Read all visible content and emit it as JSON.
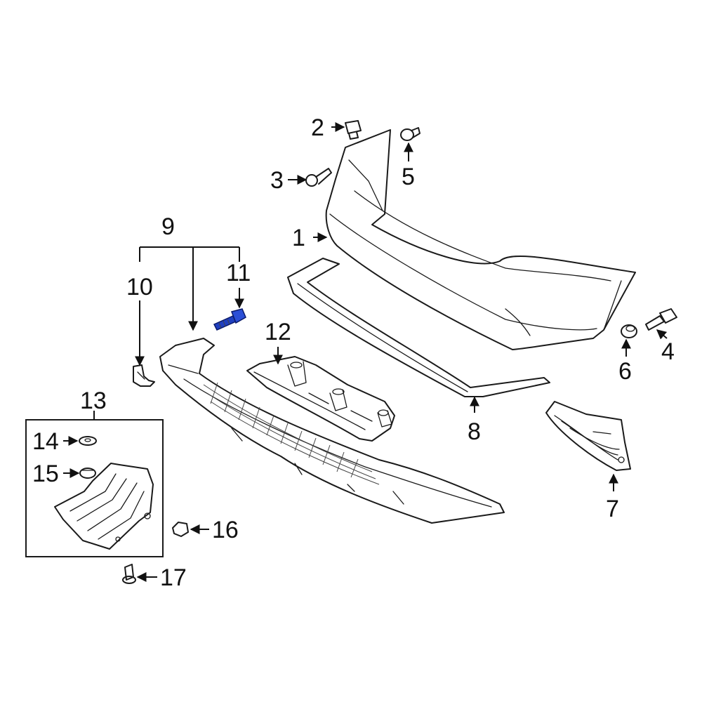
{
  "diagram": {
    "highlight_color": "#1f3fbf",
    "line_color": "#1a1a1a",
    "highlighted_part": "11",
    "callouts": {
      "c1": "1",
      "c2": "2",
      "c3": "3",
      "c4": "4",
      "c5": "5",
      "c6": "6",
      "c7": "7",
      "c8": "8",
      "c9": "9",
      "c10": "10",
      "c11": "11",
      "c12": "12",
      "c13": "13",
      "c14": "14",
      "c15": "15",
      "c16": "16",
      "c17": "17"
    }
  }
}
